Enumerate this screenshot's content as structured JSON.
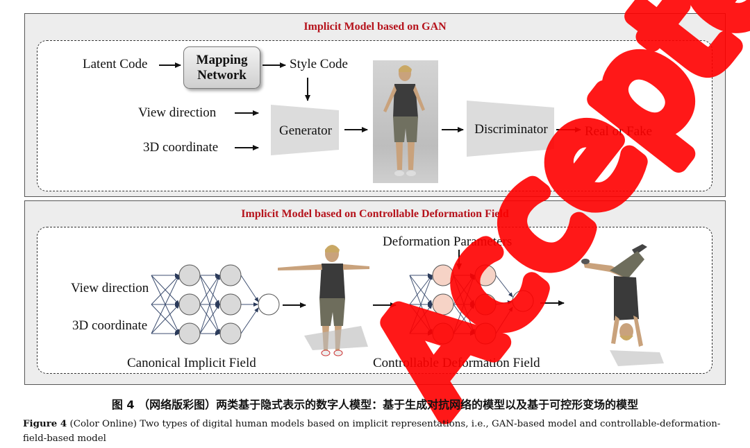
{
  "panel_top": {
    "title": "Implicit Model based on GAN",
    "latent_code": "Latent Code",
    "mapping_line1": "Mapping",
    "mapping_line2": "Network",
    "style_code": "Style Code",
    "view_direction": "View direction",
    "coordinate": "3D coordinate",
    "generator": "Generator",
    "discriminator": "Discriminator",
    "output": "Real or Fake"
  },
  "panel_bottom": {
    "title": "Implicit Model based on Controllable Deformation Field",
    "view_direction": "View direction",
    "coordinate": "3D coordinate",
    "deformation_params": "Deformation Parameters",
    "canonical_label": "Canonical Implicit Field",
    "deformation_label": "Controllable Deformation Field"
  },
  "caption": {
    "chinese": "图 4 （网络版彩图）两类基于隐式表示的数字人模型：基于生成对抗网络的模型以及基于可控形变场的模型",
    "figure_label": "Figure 4",
    "english": " (Color Online) Two types of digital human models based on implicit representations, i.e., GAN-based model and controllable-deformation-field-based model"
  },
  "watermark": "Accepted",
  "colors": {
    "title_red": "#b5121b",
    "panel_gray": "#ededed",
    "node_gray": "#d9d9d9",
    "node_pink": "#f6d3c6",
    "node_pink_dark": "#f0b9a6",
    "watermark_red": "#ff0000"
  }
}
